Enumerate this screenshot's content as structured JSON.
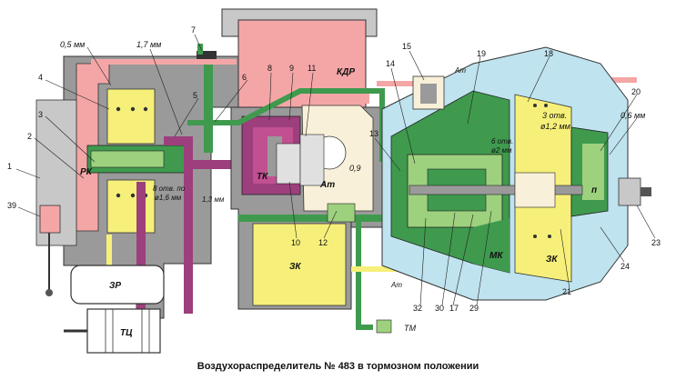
{
  "caption": "Воздухораспределитель № 483 в тормозном положении",
  "part_numbers": [
    "1",
    "2",
    "3",
    "4",
    "5",
    "6",
    "7",
    "8",
    "9",
    "10",
    "11",
    "12",
    "13",
    "14",
    "15",
    "17",
    "18",
    "19",
    "20",
    "21",
    "23",
    "24",
    "29",
    "30",
    "32",
    "39"
  ],
  "labels": {
    "p05": "0,5 мм",
    "p17": "1,7 мм",
    "kdr": "КДР",
    "at_top": "Ат",
    "rk": "РК",
    "tk": "ТК",
    "at_mid": "Ат",
    "holes_left": "8 отв. по",
    "holes_left_d": "ø1,6 мм",
    "p13": "1,3 мм",
    "p09": "0,9",
    "holes_mid": "6 отв.",
    "holes_mid_d": "ø2 мм",
    "holes_right": "3 отв.",
    "holes_right_d": "ø1,2 мм",
    "p06": "0,6 мм",
    "p_ch": "п",
    "mk": "МК",
    "zk_mid": "ЗК",
    "zk_right": "ЗК",
    "at_bottom": "Ат",
    "zr": "ЗР",
    "tc": "ТЦ",
    "tm": "ТМ"
  },
  "colors": {
    "pink": "#f4a6a6",
    "yellow": "#f6f07a",
    "green": "#3f9a4e",
    "light_green": "#9ed17e",
    "purple": "#9c3f7c",
    "gray": "#9a9a9a",
    "cyan": "#bfe3ef",
    "cream": "#f8f0d8"
  }
}
